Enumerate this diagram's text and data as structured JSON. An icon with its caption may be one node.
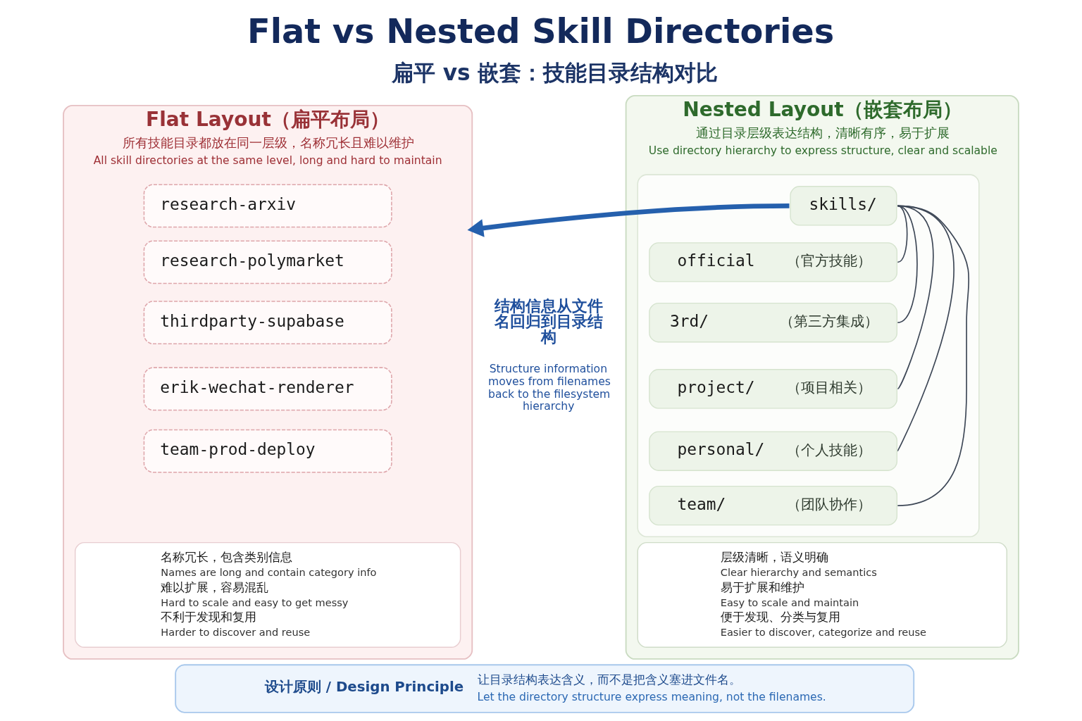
{
  "diagram": {
    "title": "Flat vs Nested Skill Directories",
    "nodes": [
      {
        "text": [
          "Flat Layout（扁平布局）",
          "所有技能目录都放在同一层级，名称冗长且难以维护",
          "All skill directories at the same level, long and hard to maintain"
        ]
      },
      {
        "text": [
          "research-arxiv"
        ],
        "in": 0
      },
      {
        "text": [
          "research-polymarket"
        ],
        "in": 0
      },
      {
        "text": [
          "thirdparty-supabase"
        ],
        "in": 0
      },
      {
        "text": [
          "erik-wechat-renderer"
        ],
        "in": 0
      },
      {
        "text": [
          "team-prod-deploy"
        ],
        "in": 0
      },
      {
        "text": [
          "名称冗长，包含类别信息",
          "Names are long and contain category info",
          "难以扩展，容易混乱",
          "Hard to scale and easy to get messy",
          "不利于发现和复用",
          "Harder to discover and reuse"
        ],
        "in": 0
      },
      {
        "text": [
          "Nested Layout（嵌套布局）",
          "通过目录层级表达结构，清晰有序，易于扩展",
          "Use directory hierarchy to express structure, clear and scalable"
        ]
      },
      {
        "text": [],
        "shape": "box",
        "in": 7
      },
      {
        "text": [
          "skills/"
        ],
        "in": 8
      },
      {
        "text": [
          "official",
          "（官方技能）"
        ],
        "in": 8
      },
      {
        "text": [
          "3rd/",
          "（第三方集成）"
        ],
        "in": 8
      },
      {
        "text": [
          "project/",
          "（项目相关）"
        ],
        "in": 8
      },
      {
        "text": [
          "personal/",
          "（个人技能）"
        ],
        "in": 8
      },
      {
        "text": [
          "team/",
          "（团队协作）"
        ],
        "in": 8
      },
      {
        "text": [
          "层级清晰，语义明确",
          "Clear hierarchy and semantics",
          "易于扩展和维护",
          "Easy to scale and maintain",
          "便于发现、分类与复用",
          "Easier to discover, categorize and reuse"
        ],
        "in": 7
      },
      {
        "text": [
          "设计原则 / Design Principle",
          "让目录结构表达含义，而不是把含义塞进文件名。",
          "Let the directory structure express meaning, not the filenames."
        ]
      }
    ],
    "edges": [
      {
        "from": 9,
        "to": 0,
        "arrow": "to",
        "style": "thick",
        "color": "#2560ad"
      },
      {
        "from": 9,
        "to": 10,
        "arrow": "none"
      },
      {
        "from": 9,
        "to": 11,
        "arrow": "none"
      },
      {
        "from": 9,
        "to": 12,
        "arrow": "none"
      },
      {
        "from": 9,
        "to": 13,
        "arrow": "none"
      },
      {
        "from": 9,
        "to": 14,
        "arrow": "none"
      }
    ],
    "labels": [
      "扁平 vs 嵌套：技能目录结构对比",
      "结构信息从文件名回归到目录结构",
      "Structure information moves from filenames back to the filesystem hierarchy"
    ]
  }
}
